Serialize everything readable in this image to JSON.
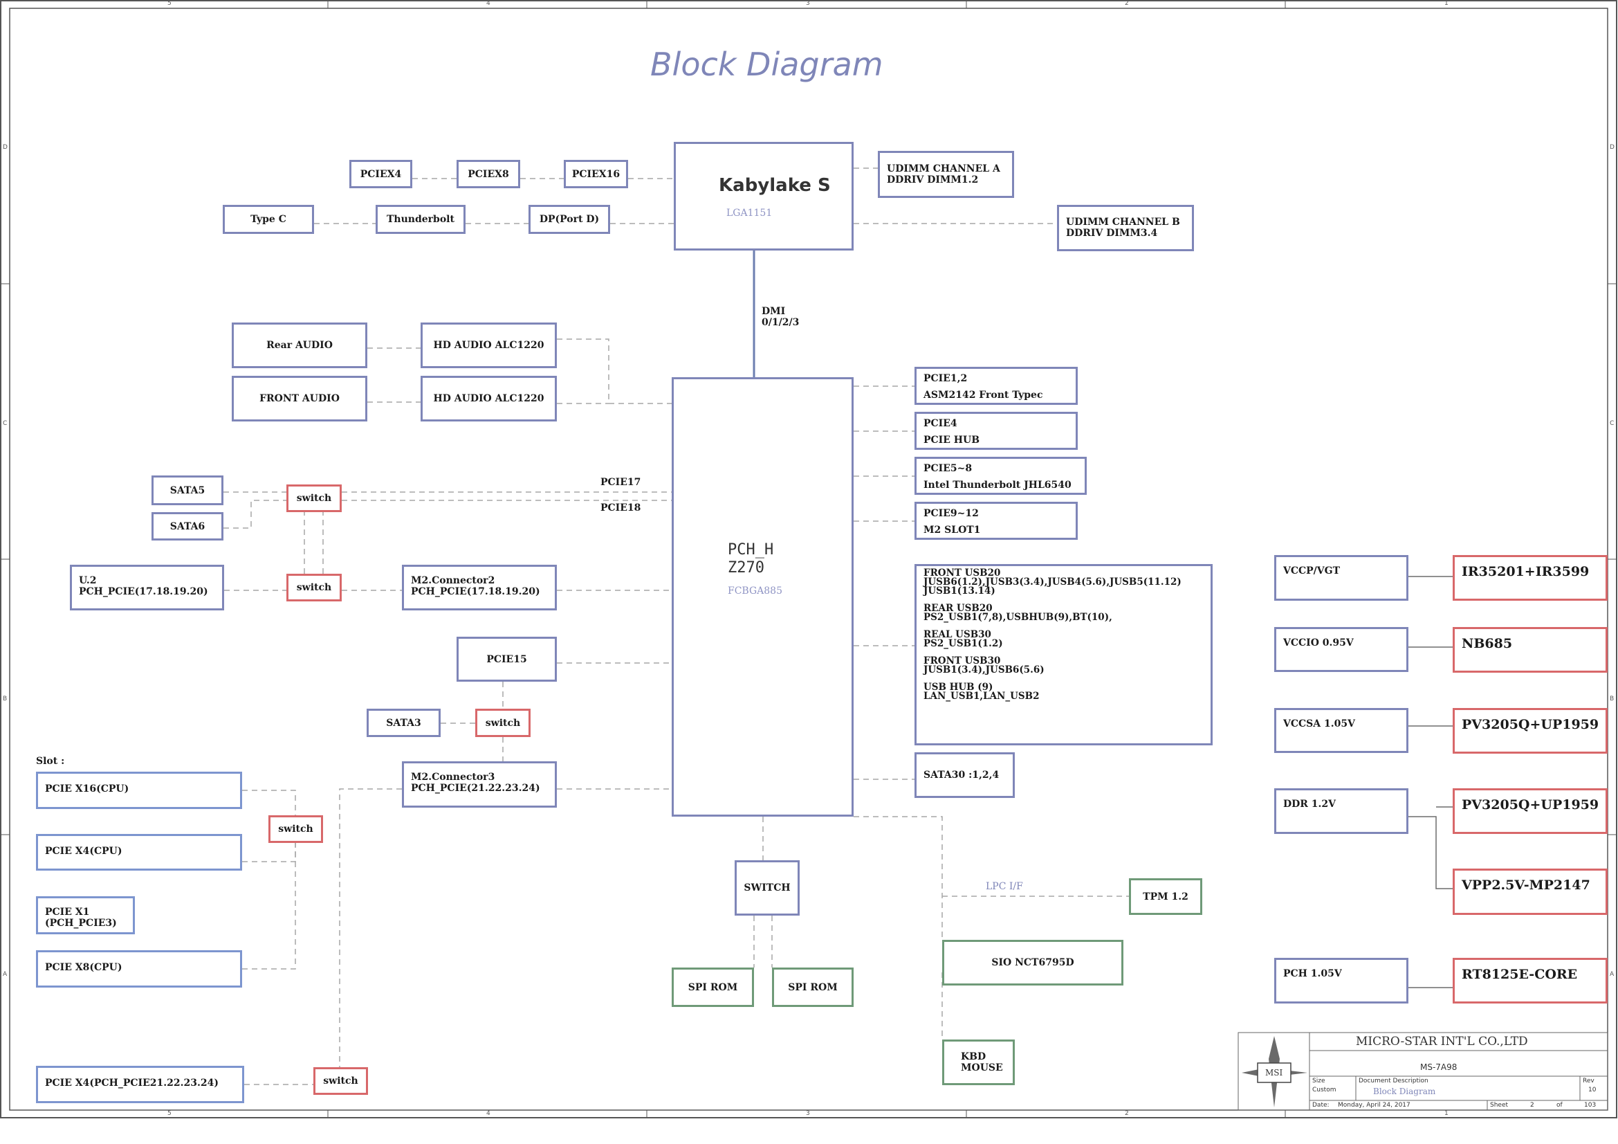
{
  "title": "Block Diagram",
  "frame": {
    "cols_top": [
      "5",
      "4",
      "3",
      "2",
      "1"
    ],
    "cols_bottom": [
      "5",
      "4",
      "3",
      "2",
      "1"
    ],
    "rows_left": [
      "D",
      "C",
      "B",
      "A"
    ],
    "rows_right": [
      "D",
      "C",
      "B",
      "A"
    ]
  },
  "cpu": {
    "name": "Kabylake S",
    "socket": "LGA1151"
  },
  "pch": {
    "name1": "PCH_H",
    "name2": "Z270",
    "package": "FCBGA885"
  },
  "dmi_label": {
    "line1": "DMI",
    "line2": "0/1/2/3"
  },
  "top_left": {
    "pciex4": "PCIEX4",
    "pciex8": "PCIEX8",
    "pciex16": "PCIEX16",
    "typec": "Type C",
    "thunderbolt": "Thunderbolt",
    "dp": "DP(Port D)"
  },
  "dimm_a": {
    "line1": "UDIMM  CHANNEL A",
    "line2": "DDRIV  DIMM1.2"
  },
  "dimm_b": {
    "line1": "UDIMM CHANNEL B",
    "line2": "DDRIV  DIMM3.4"
  },
  "audio": {
    "rear": "Rear AUDIO",
    "front": "FRONT AUDIO",
    "codec1": "HD AUDIO ALC1220",
    "codec2": "HD AUDIO ALC1220"
  },
  "sata": {
    "sata5": "SATA5",
    "sata6": "SATA6",
    "sata3": "SATA3"
  },
  "switch_label": "switch",
  "switch_upper": "SWITCH",
  "pcie_lines": {
    "pcie17": "PCIE17",
    "pcie18": "PCIE18"
  },
  "u2": {
    "line1": "U.2",
    "line2": "PCH_PCIE(17.18.19.20)"
  },
  "m2c2": {
    "line1": "M2.Connector2",
    "line2": "PCH_PCIE(17.18.19.20)"
  },
  "m2c3": {
    "line1": "M2.Connector3",
    "line2": "PCH_PCIE(21.22.23.24)"
  },
  "pcie15": "PCIE15",
  "slot_label": "Slot :",
  "slots": {
    "x16cpu": "PCIE X16(CPU)",
    "x4cpu": "PCIE X4(CPU)",
    "x1_l1": "PCIE X1",
    "x1_l2": "(PCH_PCIE3)",
    "x8cpu": "PCIE X8(CPU)",
    "x4pch": "PCIE X4(PCH_PCIE21.22.23.24)"
  },
  "right_pch": {
    "p12_l1": "PCIE1,2",
    "p12_l2": "ASM2142 Front Typec",
    "p4_l1": "PCIE4",
    "p4_l2": "PCIE HUB",
    "p58_l1": "PCIE5~8",
    "p58_l2": "Intel Thunderbolt JHL6540",
    "p912_l1": "PCIE9~12",
    "p912_l2": "M2 SLOT1"
  },
  "usb": [
    "FRONT USB20",
    "JUSB6(1.2),JUSB3(3.4),JUSB4(5.6),JUSB5(11.12)",
    "JUSB1(13.14)",
    "",
    "REAR USB20",
    "PS2_USB1(7,8),USBHUB(9),BT(10),",
    "",
    "REAL USB30",
    "PS2_USB1(1.2)",
    "",
    "FRONT USB30",
    "JUSB1(3.4),JUSB6(5.6)",
    "",
    "USB HUB (9)",
    "LAN_USB1,LAN_USB2"
  ],
  "sata30": "SATA30 :1,2,4",
  "spi": {
    "rom1": "SPI ROM",
    "rom2": "SPI ROM"
  },
  "lpc": "LPC I/F",
  "tpm": "TPM 1.2",
  "sio": "SIO NCT6795D",
  "kbd": {
    "line1": "KBD",
    "line2": "MOUSE"
  },
  "power": {
    "vccp": "VCCP/VGT",
    "vccio": "VCCIO 0.95V",
    "vccsa": "VCCSA 1.05V",
    "ddr": "DDR 1.2V",
    "pch": "PCH 1.05V",
    "r1": "IR35201+IR3599",
    "r2": "NB685",
    "r3": "PV3205Q+UP1959",
    "r4": "PV3205Q+UP1959",
    "r5": "VPP2.5V-MP2147",
    "r6": "RT8125E-CORE"
  },
  "title_block": {
    "company": "MICRO-STAR INT'L CO.,LTD",
    "model": "MS-7A98",
    "logo": "MSI",
    "size_label": "Size",
    "size_value": "Custom",
    "doc_label": "Document Description",
    "doc_value": "Block Diagram",
    "rev_label": "Rev",
    "rev_value": "10",
    "date_label": "Date:",
    "date_value": "Monday, April 24, 2017",
    "sheet_label": "Sheet",
    "sheet_value": "2",
    "of_label": "of",
    "of_value": "103"
  }
}
